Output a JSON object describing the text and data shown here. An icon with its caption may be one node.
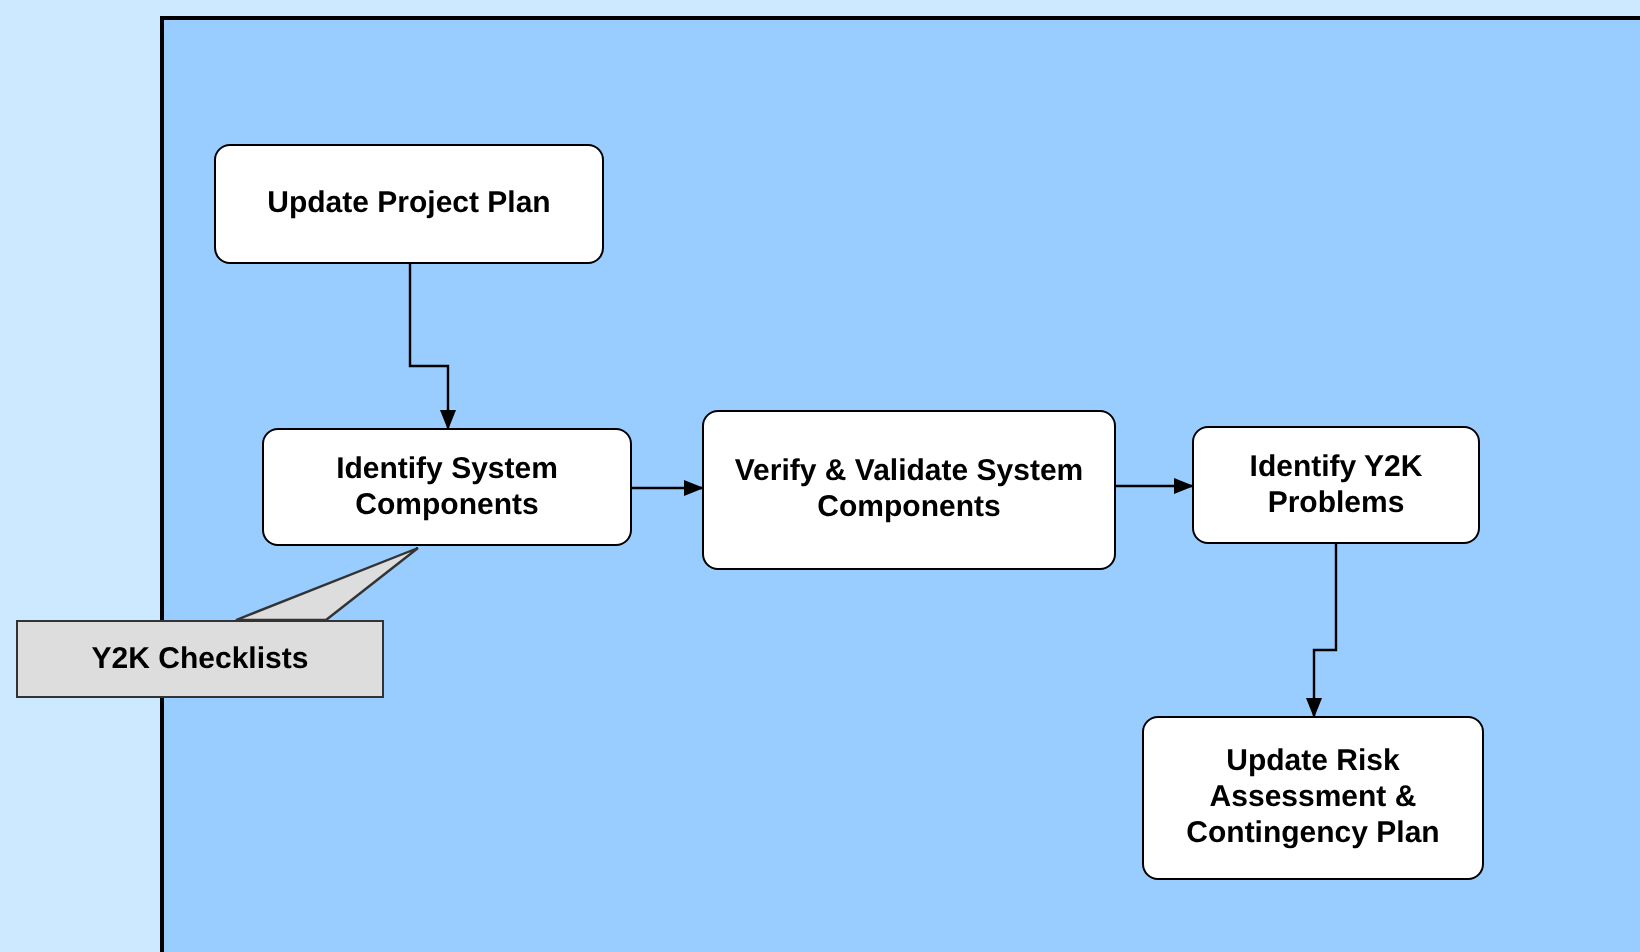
{
  "diagram": {
    "nodes": [
      {
        "text": [
          "Update Project Plan"
        ]
      },
      {
        "text": [
          "Identify System Components"
        ]
      },
      {
        "text": [
          "Verify & Validate System Components"
        ]
      },
      {
        "text": [
          "Identify Y2K Problems"
        ]
      },
      {
        "text": [
          "Update Risk Assessment & Contingency Plan"
        ]
      },
      {
        "text": [
          "Y2K Checklists"
        ]
      }
    ],
    "edges": [
      {
        "from": 0,
        "to": 1,
        "arrow": "to"
      },
      {
        "from": 1,
        "to": 2,
        "arrow": "to"
      },
      {
        "from": 2,
        "to": 3,
        "arrow": "to"
      },
      {
        "from": 3,
        "to": 4,
        "arrow": "to"
      },
      {
        "from": 5,
        "to": 1,
        "arrow": "none"
      }
    ]
  }
}
